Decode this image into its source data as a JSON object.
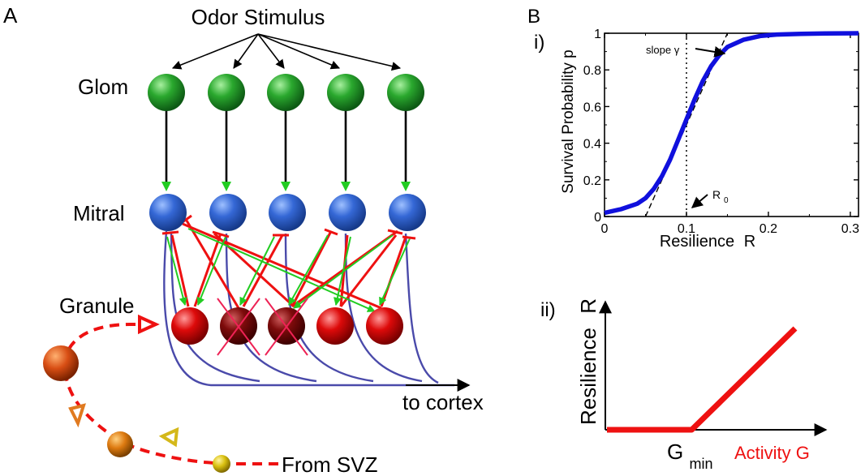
{
  "panel_a": {
    "label": "A",
    "odor_stimulus": "Odor Stimulus",
    "glom_label": "Glom",
    "mitral_label": "Mitral",
    "granule_label": "Granule",
    "to_cortex": "to cortex",
    "from_svz": "From SVZ",
    "granule_cells": [
      {
        "state": "alive"
      },
      {
        "state": "dying"
      },
      {
        "state": "dying"
      },
      {
        "state": "alive"
      },
      {
        "state": "alive"
      }
    ],
    "colors": {
      "glom": "#1e9e2a",
      "mitral": "#2f5fcf",
      "granule": "#d40000",
      "granule_dying": "#7a0000",
      "excitatory": "#22cc22",
      "inhibitory": "#ee1111",
      "axon": "#4a4aaa"
    }
  },
  "panel_b": {
    "label": "B",
    "chart_data": [
      {
        "label": "i)",
        "type": "line",
        "xlabel_name": "Resilience",
        "xlabel_symbol": "R",
        "ylabel": "Survival Probability  p",
        "xlim": [
          0,
          0.31
        ],
        "ylim": [
          0,
          1
        ],
        "x_ticks": [
          "0",
          "0.1",
          "0.2",
          "0.3"
        ],
        "x_tick_values": [
          0,
          0.1,
          0.2,
          0.3
        ],
        "y_ticks": [
          "0",
          "0.2",
          "0.4",
          "0.6",
          "0.8",
          "1"
        ],
        "y_tick_values": [
          0,
          0.2,
          0.4,
          0.6,
          0.8,
          1
        ],
        "series": [
          {
            "color": "#1010dd",
            "x": [
              0,
              0.02,
              0.04,
              0.05,
              0.06,
              0.07,
              0.08,
              0.09,
              0.1,
              0.11,
              0.12,
              0.13,
              0.14,
              0.15,
              0.17,
              0.19,
              0.21,
              0.24,
              0.27,
              0.31
            ],
            "y": [
              0.02,
              0.04,
              0.07,
              0.1,
              0.15,
              0.22,
              0.31,
              0.42,
              0.53,
              0.64,
              0.74,
              0.82,
              0.88,
              0.925,
              0.965,
              0.985,
              0.993,
              0.997,
              0.999,
              1.0
            ]
          }
        ],
        "tangent": {
          "x": [
            0.05,
            0.15
          ],
          "y": [
            0,
            1
          ]
        },
        "vline_x": 0.1,
        "annotations": {
          "slope": "slope γ",
          "r0_base": "R",
          "r0_sub": "0"
        }
      },
      {
        "label": "ii)",
        "type": "line",
        "ylabel_name": "Resilience",
        "ylabel_symbol": "R",
        "xlabel_base": "G",
        "xlabel_sub": "min",
        "xlabel_right": "Activity G",
        "series": [
          {
            "color": "#ee1111",
            "points": [
              [
                0,
                0
              ],
              [
                0.45,
                0
              ],
              [
                1.0,
                1.0
              ]
            ]
          }
        ]
      }
    ]
  }
}
